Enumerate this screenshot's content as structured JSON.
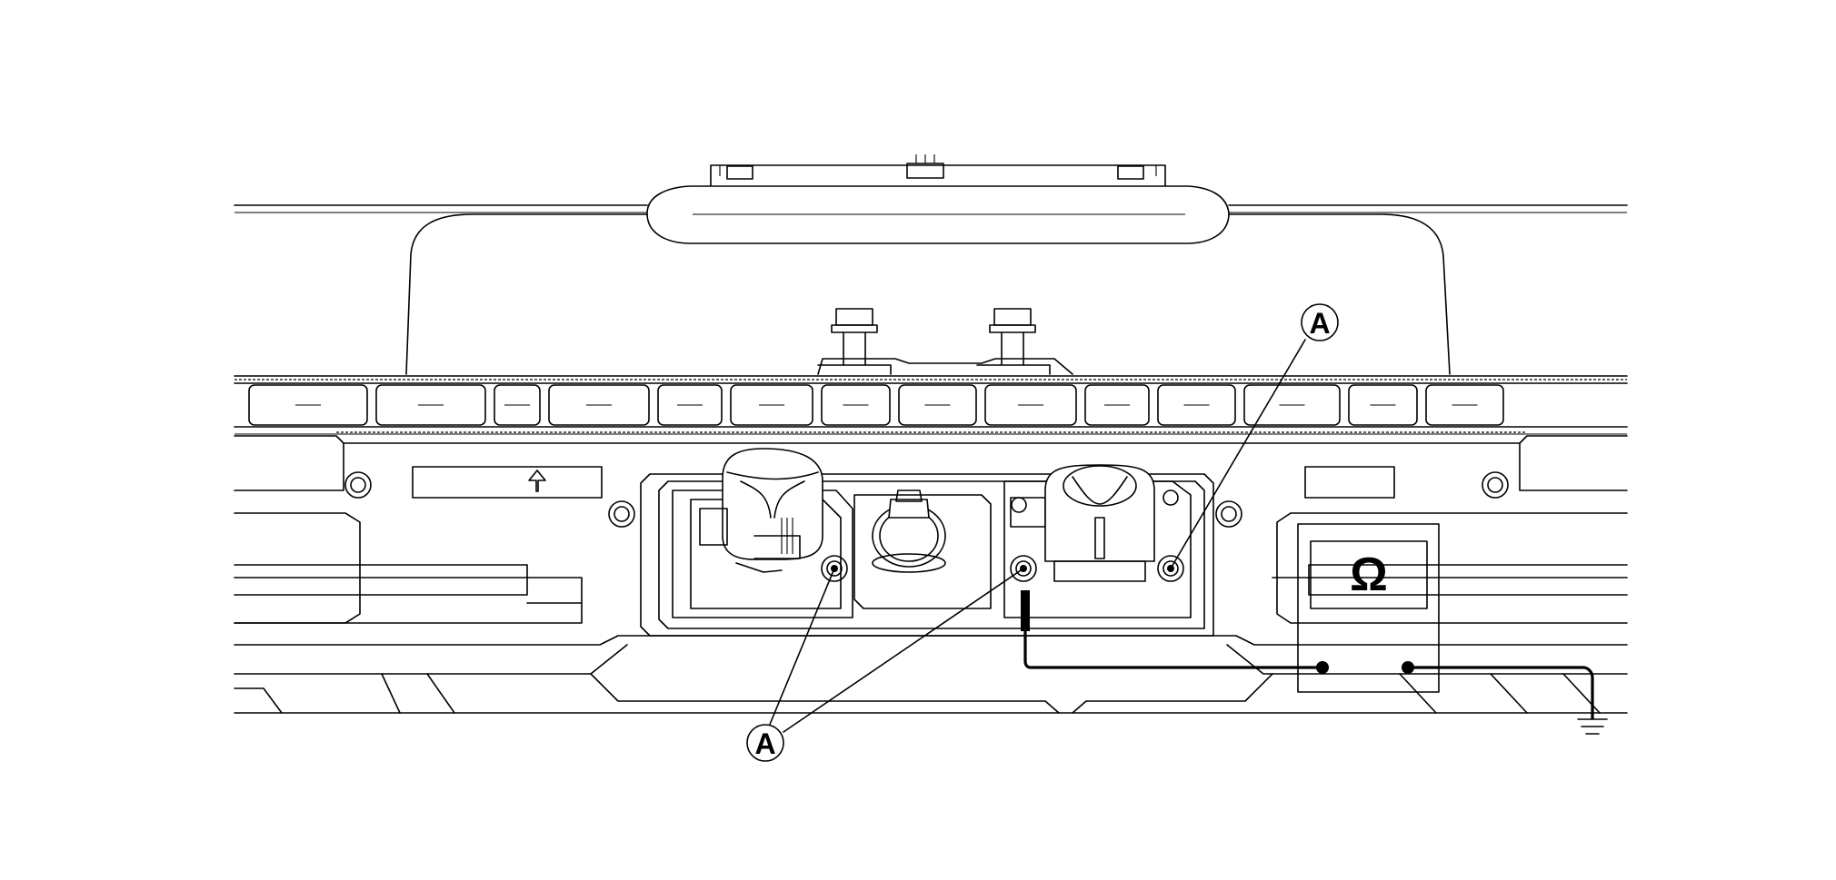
{
  "callouts": {
    "a_top": "A",
    "a_bottom": "A"
  },
  "meter": {
    "symbol": "Ω"
  }
}
